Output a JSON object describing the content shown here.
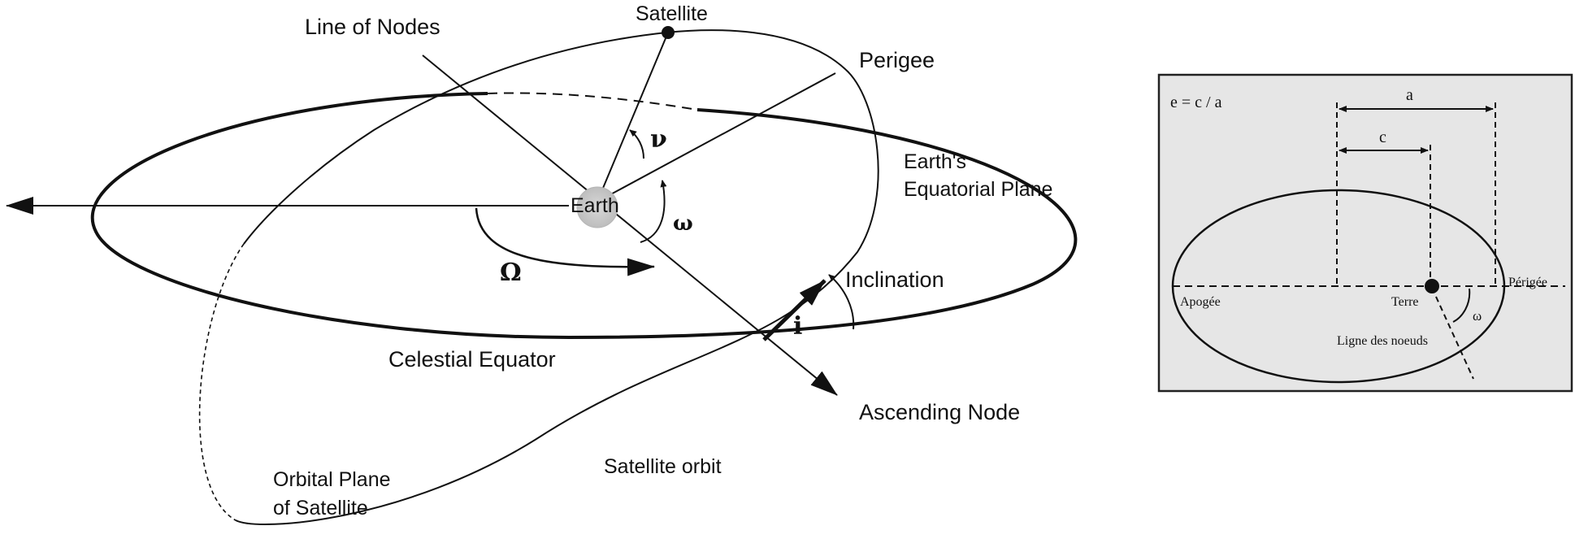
{
  "main_diagram": {
    "labels": {
      "line_of_nodes": "Line of Nodes",
      "satellite": "Satellite",
      "perigee": "Perigee",
      "earths": "Earth's",
      "equatorial_plane": "Equatorial Plane",
      "earth": "Earth",
      "inclination": "Inclination",
      "celestial_equator": "Celestial Equator",
      "ascending_node": "Ascending Node",
      "satellite_orbit": "Satellite orbit",
      "orbital_plane_line1": "Orbital Plane",
      "orbital_plane_line2": "of Satellite"
    },
    "symbols": {
      "nu": "ν",
      "omega_small": "ω",
      "omega_capital": "Ω",
      "inclination_i": "i"
    }
  },
  "inset_diagram": {
    "formula": "e = c / a",
    "labels": {
      "a": "a",
      "c": "c",
      "apogee": "Apogée",
      "earth": "Terre",
      "perigee": "Périgée",
      "line_of_nodes": "Ligne des noeuds",
      "omega": "ω"
    },
    "colors": {
      "background": "#e6e6e6"
    }
  }
}
